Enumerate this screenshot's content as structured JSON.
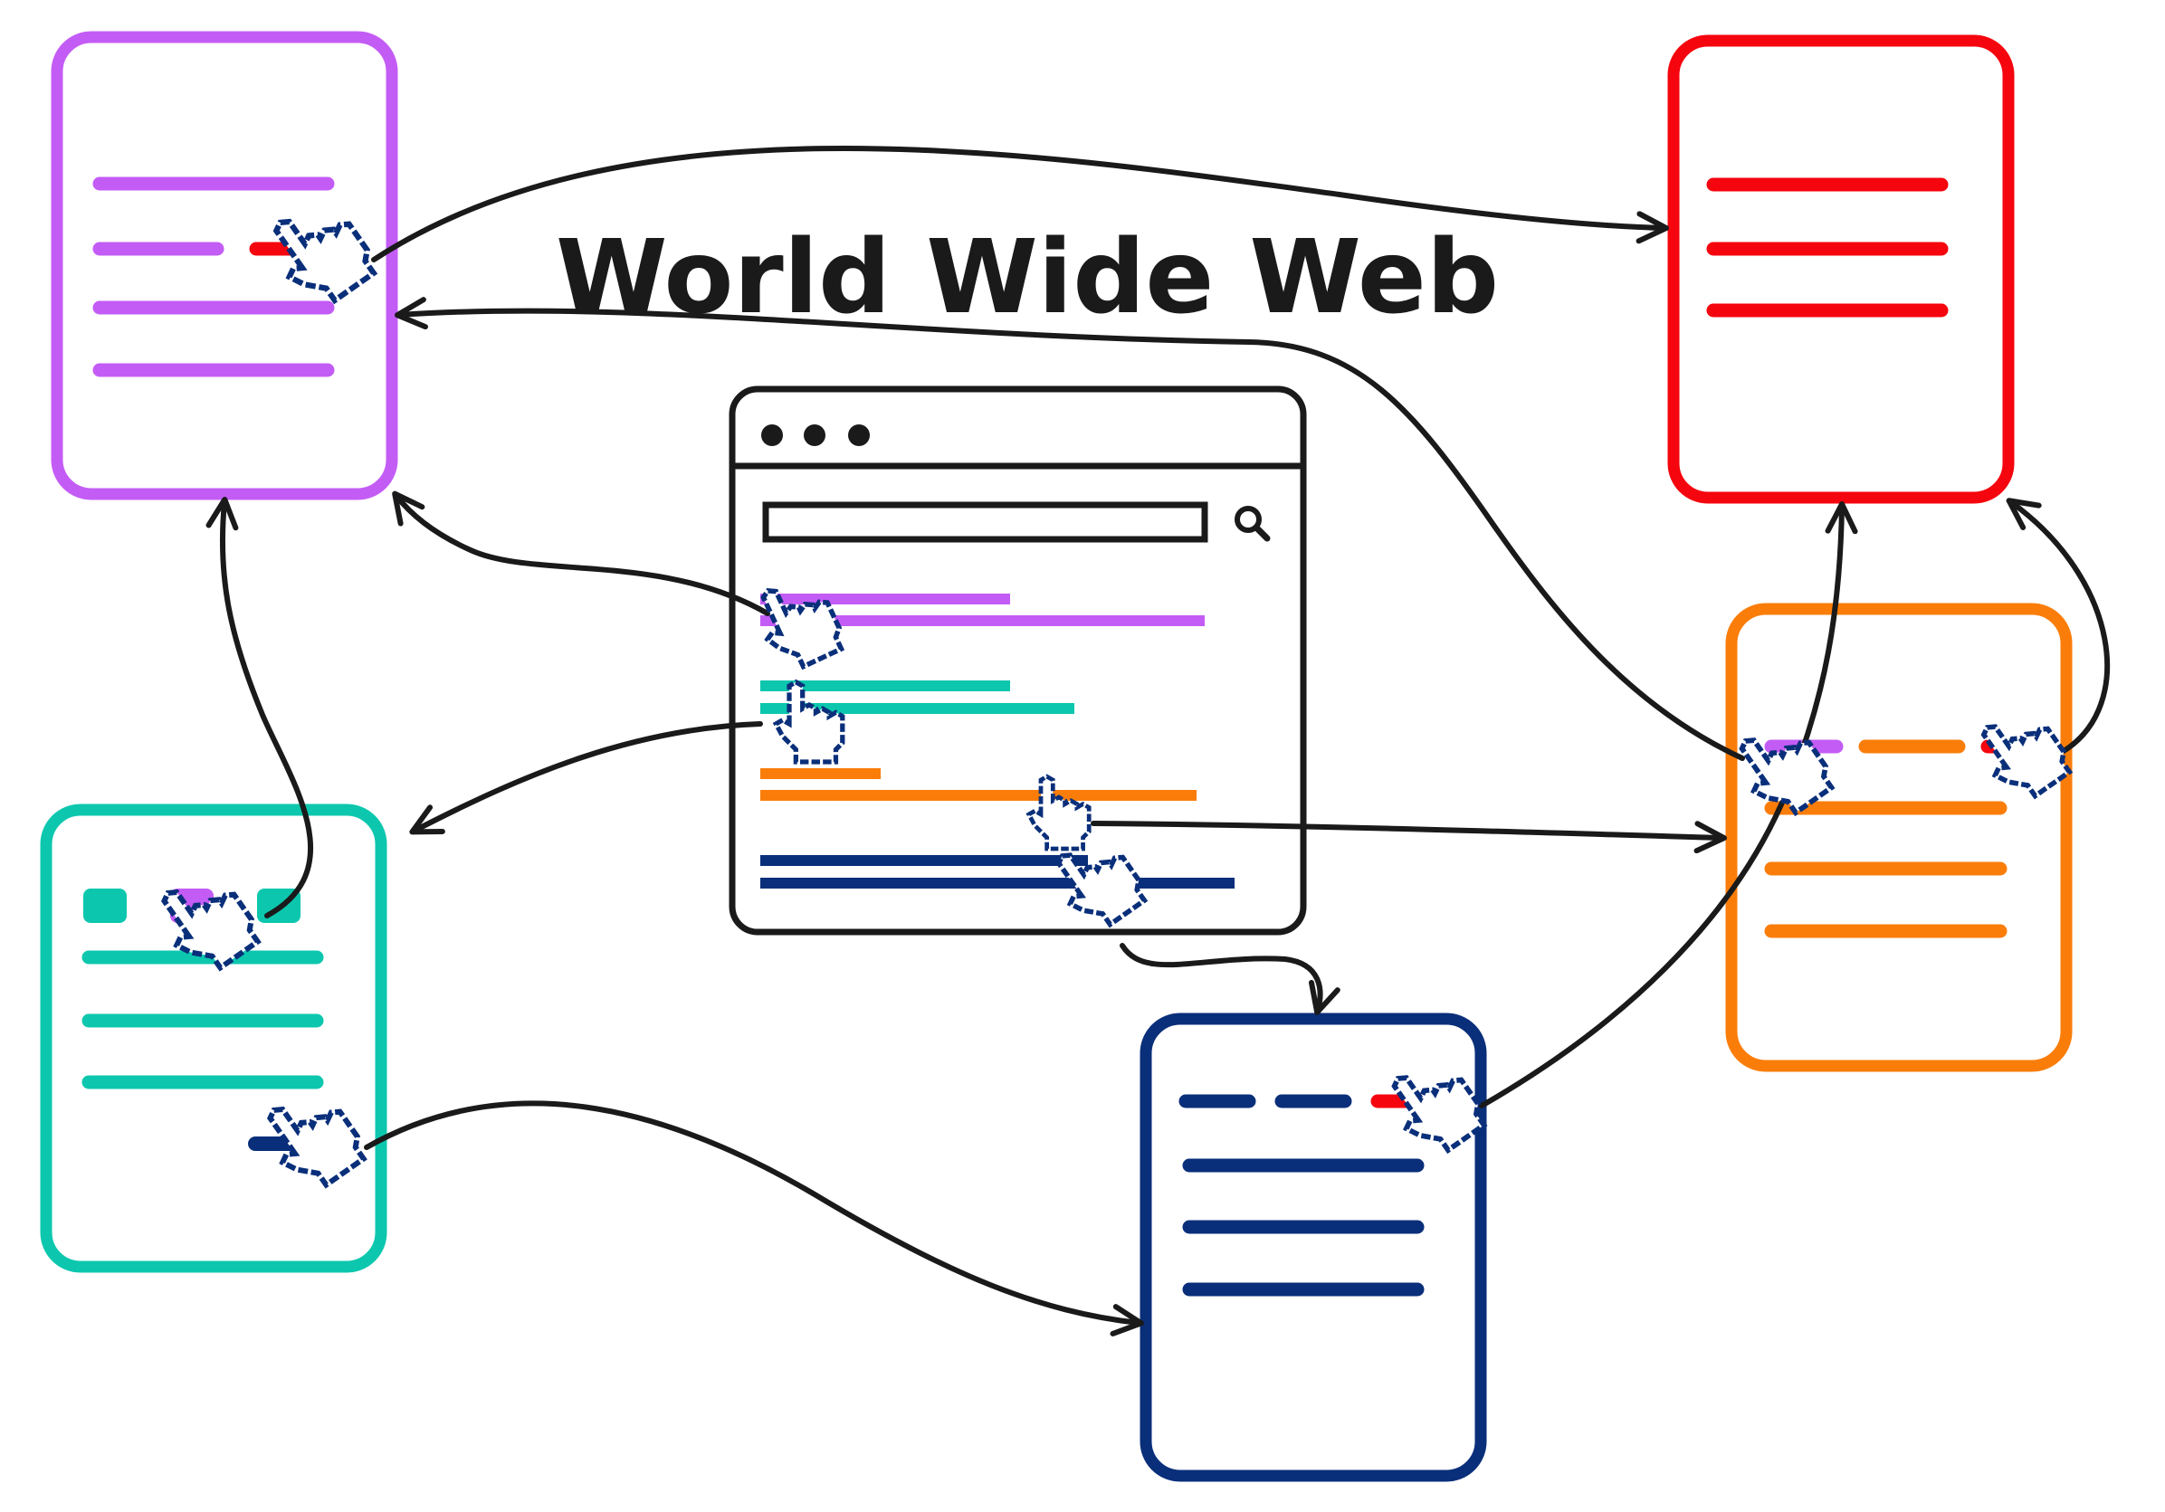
{
  "title": "World Wide Web",
  "colors": {
    "purple": "#c35cf5",
    "red": "#f5050e",
    "teal": "#0cc7ae",
    "navy": "#0a2f7a",
    "orange": "#fa7d0a",
    "ink": "#1a1a1a"
  },
  "nodes": [
    {
      "id": "purple-page",
      "kind": "web-page",
      "color": "purple"
    },
    {
      "id": "red-page",
      "kind": "web-page",
      "color": "red"
    },
    {
      "id": "teal-page",
      "kind": "web-page",
      "color": "teal"
    },
    {
      "id": "navy-page",
      "kind": "web-page",
      "color": "navy"
    },
    {
      "id": "orange-page",
      "kind": "web-page",
      "color": "orange"
    },
    {
      "id": "search-browser",
      "kind": "browser-window",
      "elements": [
        "window-dots",
        "search-bar",
        "search-icon",
        "result-links"
      ]
    }
  ],
  "edges": [
    {
      "from": "purple-page",
      "to": "red-page"
    },
    {
      "from": "orange-page",
      "to": "purple-page"
    },
    {
      "from": "orange-page",
      "to": "red-page"
    },
    {
      "from": "teal-page",
      "to": "purple-page"
    },
    {
      "from": "teal-page",
      "to": "navy-page"
    },
    {
      "from": "navy-page",
      "to": "red-page"
    },
    {
      "from": "search-browser",
      "to": "purple-page"
    },
    {
      "from": "search-browser",
      "to": "teal-page"
    },
    {
      "from": "search-browser",
      "to": "orange-page"
    },
    {
      "from": "search-browser",
      "to": "navy-page"
    }
  ]
}
